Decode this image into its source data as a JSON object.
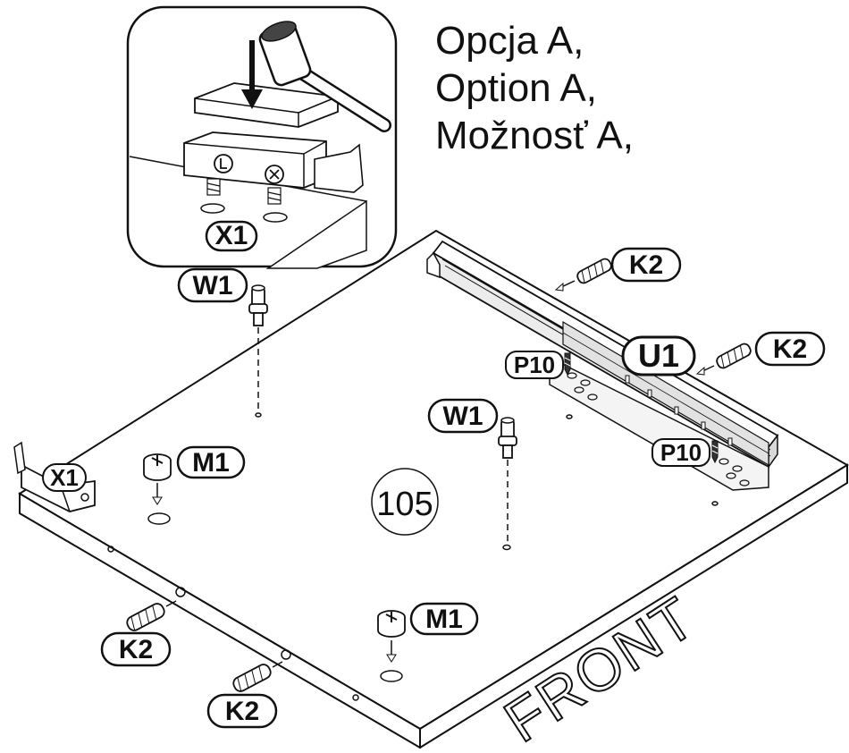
{
  "options": {
    "line1": "Opcja A,",
    "line2": "Option A,",
    "line3": "Možnosť A,"
  },
  "labels": {
    "x1_inset": "X1",
    "x1_edge": "X1",
    "w1_left": "W1",
    "w1_center": "W1",
    "m1_left": "M1",
    "m1_front": "M1",
    "k2_rail_top": "K2",
    "k2_rail_right": "K2",
    "k2_edge_1": "K2",
    "k2_edge_2": "K2",
    "u1": "U1",
    "p10_top": "P10",
    "p10_bottom": "P10",
    "part_number": "105",
    "front": "FRONT"
  },
  "icons": [
    "hammer-icon",
    "arrow-down-icon",
    "lock-symbol-icon",
    "unlock-symbol-icon"
  ]
}
